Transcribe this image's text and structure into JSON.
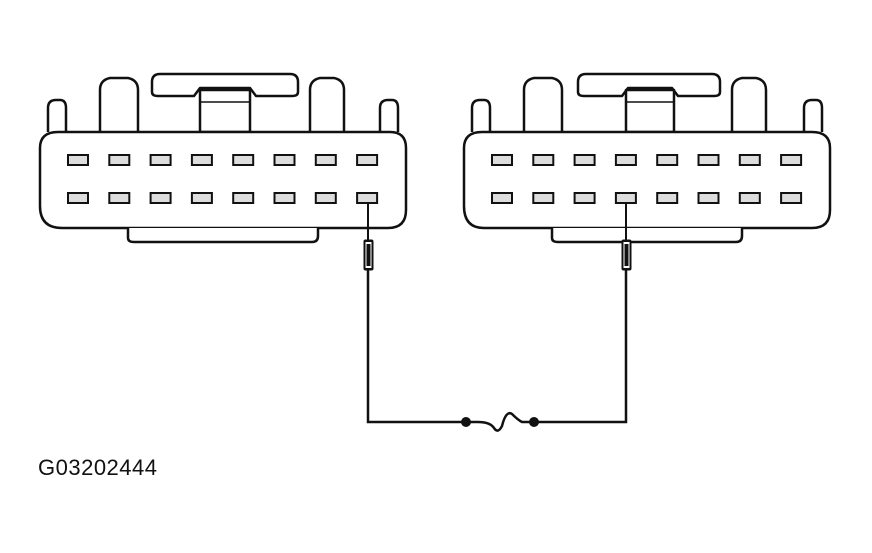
{
  "figure": {
    "code": "G03202444"
  },
  "connectors": [
    {
      "id": "left",
      "pin_rows": 2,
      "pins_per_row": 8,
      "probed_pin": {
        "row": 2,
        "index": 8
      }
    },
    {
      "id": "right",
      "pin_rows": 2,
      "pins_per_row": 8,
      "probed_pin": {
        "row": 2,
        "index": 4
      }
    }
  ],
  "jumper": {
    "has_fuse": true
  },
  "colors": {
    "line": "#111111",
    "connector_fill": "#ffffff",
    "pin_fill": "#dddddd",
    "background": "#ffffff"
  }
}
